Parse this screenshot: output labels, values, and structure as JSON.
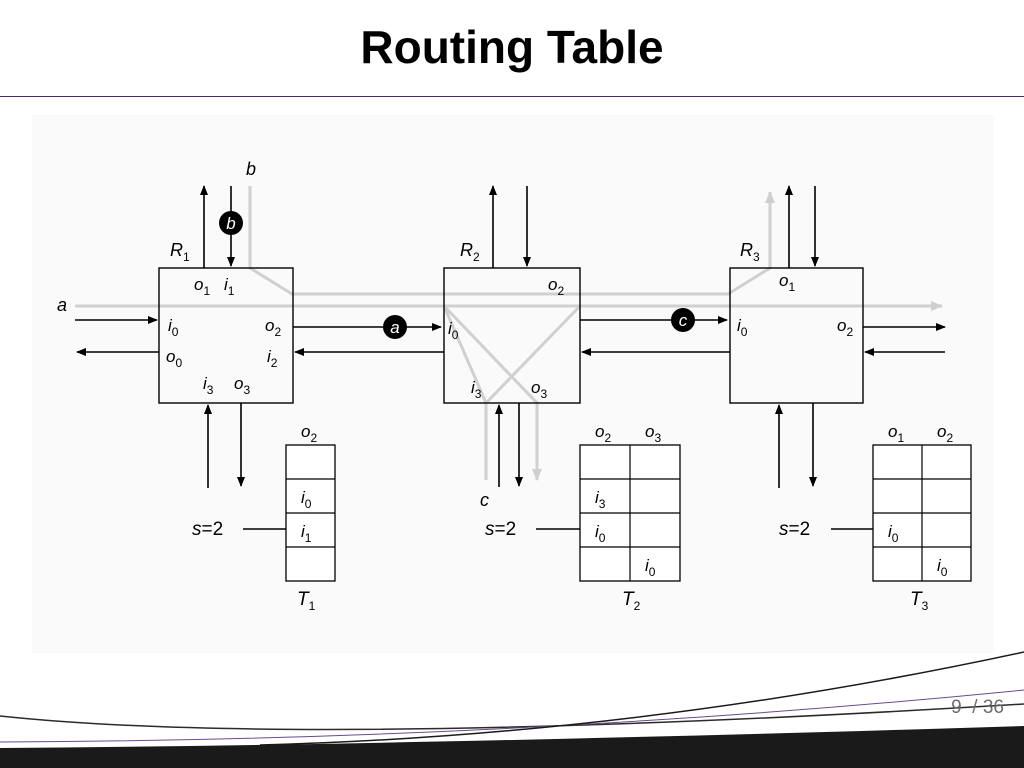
{
  "slide": {
    "title": "Routing Table",
    "page_current": "9",
    "page_sep": "/",
    "page_total": "36"
  },
  "routers": [
    {
      "label": "R",
      "sub": "1",
      "ports": [
        {
          "b": "o",
          "s": "1"
        },
        {
          "b": "i",
          "s": "1"
        },
        {
          "b": "i",
          "s": "0"
        },
        {
          "b": "o",
          "s": "0"
        },
        {
          "b": "o",
          "s": "2"
        },
        {
          "b": "i",
          "s": "2"
        },
        {
          "b": "i",
          "s": "3"
        },
        {
          "b": "o",
          "s": "3"
        }
      ]
    },
    {
      "label": "R",
      "sub": "2",
      "ports": [
        {
          "b": "o",
          "s": "2"
        },
        {
          "b": "i",
          "s": "0"
        },
        {
          "b": "i",
          "s": "3"
        },
        {
          "b": "o",
          "s": "3"
        }
      ]
    },
    {
      "label": "R",
      "sub": "3",
      "ports": [
        {
          "b": "o",
          "s": "1"
        },
        {
          "b": "i",
          "s": "0"
        },
        {
          "b": "o",
          "s": "2"
        }
      ]
    }
  ],
  "packets": {
    "a": "a",
    "b": "b",
    "c": "c"
  },
  "tables": [
    {
      "name": "T",
      "sub": "1",
      "s_label": "s=2",
      "headers": [
        {
          "b": "o",
          "s": "2"
        }
      ],
      "cells": [
        [
          {
            "b": "",
            "s": ""
          }
        ],
        [
          {
            "b": "i",
            "s": "0"
          }
        ],
        [
          {
            "b": "i",
            "s": "1"
          }
        ],
        [
          {
            "b": "",
            "s": ""
          }
        ]
      ]
    },
    {
      "name": "T",
      "sub": "2",
      "s_label": "s=2",
      "headers": [
        {
          "b": "o",
          "s": "2"
        },
        {
          "b": "o",
          "s": "3"
        }
      ],
      "cells": [
        [
          {
            "b": "",
            "s": ""
          },
          {
            "b": "",
            "s": ""
          }
        ],
        [
          {
            "b": "i",
            "s": "3"
          },
          {
            "b": "",
            "s": ""
          }
        ],
        [
          {
            "b": "i",
            "s": "0"
          },
          {
            "b": "",
            "s": ""
          }
        ],
        [
          {
            "b": "",
            "s": ""
          },
          {
            "b": "i",
            "s": "0"
          }
        ]
      ]
    },
    {
      "name": "T",
      "sub": "3",
      "s_label": "s=2",
      "headers": [
        {
          "b": "o",
          "s": "1"
        },
        {
          "b": "o",
          "s": "2"
        }
      ],
      "cells": [
        [
          {
            "b": "",
            "s": ""
          },
          {
            "b": "",
            "s": ""
          }
        ],
        [
          {
            "b": "",
            "s": ""
          },
          {
            "b": "",
            "s": ""
          }
        ],
        [
          {
            "b": "i",
            "s": "0"
          },
          {
            "b": "",
            "s": ""
          }
        ],
        [
          {
            "b": "",
            "s": ""
          },
          {
            "b": "i",
            "s": "0"
          }
        ]
      ]
    }
  ],
  "colors": {
    "path": "#cfcfcf",
    "line": "#000000",
    "footer_accent": "#6a4a8c"
  }
}
